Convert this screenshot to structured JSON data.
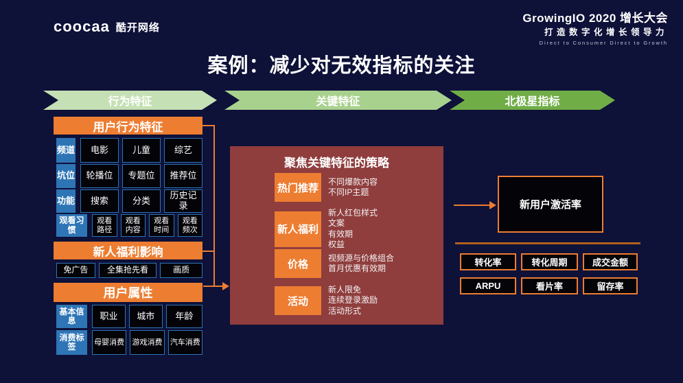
{
  "colors": {
    "background": "#0e1138",
    "accent_orange": "#ed7d31",
    "label_blue": "#2e75b6",
    "panel_red": "#8f3d3d",
    "divider_orange": "#b2601f",
    "stage1_green": "#c5e0b4",
    "stage2_green": "#a9d18e",
    "stage3_green": "#70ad47"
  },
  "header": {
    "logo_en": "coocaa",
    "logo_cn": "酷开网络",
    "event_title": "GrowingIO 2020 增长大会",
    "event_subtitle": "打造数字化增长领导力",
    "event_tagline": "Direct to Consumer Direct to Growth"
  },
  "slide_title": "案例：减少对无效指标的关注",
  "stages": [
    {
      "label": "行为特征",
      "color": "#c5e0b4"
    },
    {
      "label": "关键特征",
      "color": "#a9d18e"
    },
    {
      "label": "北极星指标",
      "color": "#70ad47"
    }
  ],
  "behavior": {
    "sections": [
      {
        "header": "用户行为特征",
        "rows": [
          {
            "label": "频道",
            "items": [
              "电影",
              "儿童",
              "综艺"
            ]
          },
          {
            "label": "坑位",
            "items": [
              "轮播位",
              "专题位",
              "推荐位"
            ]
          },
          {
            "label": "功能",
            "items": [
              "搜索",
              "分类",
              "历史记录"
            ]
          },
          {
            "label": "观看习惯",
            "items": [
              "观看路径",
              "观看内容",
              "观看时间",
              "观看频次"
            ]
          }
        ]
      },
      {
        "header": "新人福利影响",
        "rows": [
          {
            "label": "",
            "items": [
              "免广告",
              "全集抢先看",
              "画质"
            ]
          }
        ]
      },
      {
        "header": "用户属性",
        "rows": [
          {
            "label": "基本信息",
            "items": [
              "职业",
              "城市",
              "年龄"
            ]
          },
          {
            "label": "消费标签",
            "items": [
              "母婴消费",
              "游戏消费",
              "汽车消费"
            ]
          }
        ]
      }
    ]
  },
  "strategy": {
    "title": "聚焦关键特征的策略",
    "items": [
      {
        "label": "热门推荐",
        "lines": [
          "不同爆款内容",
          "不同IP主题"
        ]
      },
      {
        "label": "新人福利",
        "lines": [
          "新人红包样式",
          "文案",
          "有效期",
          "权益"
        ]
      },
      {
        "label": "价格",
        "lines": [
          "视频源与价格组合",
          "首月优惠有效期"
        ]
      },
      {
        "label": "活动",
        "lines": [
          "新人限免",
          "连续登录激励",
          "活动形式"
        ]
      }
    ]
  },
  "north_star": {
    "primary": "新用户激活率",
    "metrics": [
      "转化率",
      "转化周期",
      "成交金额",
      "ARPU",
      "看片率",
      "留存率"
    ]
  }
}
